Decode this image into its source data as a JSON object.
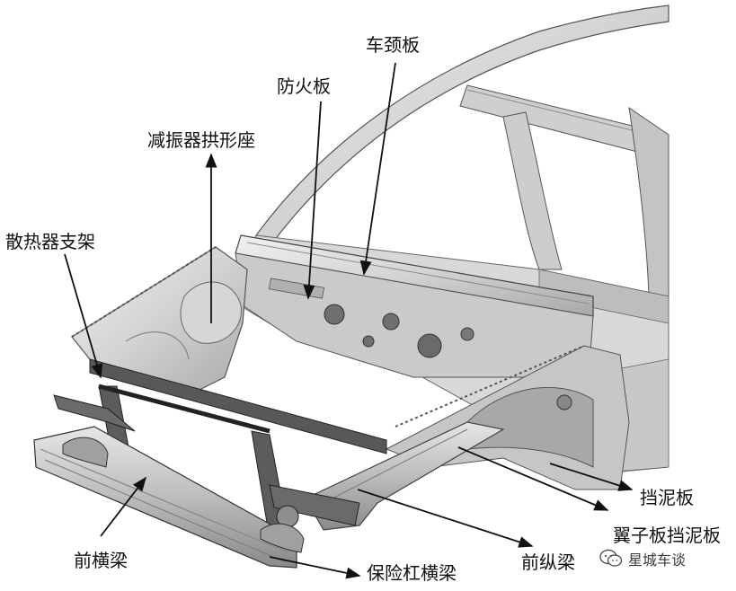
{
  "labels": {
    "cowl_panel": "车颈板",
    "firewall": "防火板",
    "shock_tower": "减振器拱形座",
    "radiator_support": "散热器支架",
    "front_cross_member": "前横梁",
    "bumper_beam": "保险杠横梁",
    "front_rail": "前纵梁",
    "fender_apron": "翼子板挡泥板",
    "mudguard": "挡泥板"
  },
  "watermark": {
    "text": "星城车谈",
    "icon": "wechat-icon"
  },
  "colors": {
    "line": "#1a1a1a",
    "metal_light": "#dedede",
    "metal_mid": "#b9b9b9",
    "metal_dark": "#6f6f6f"
  }
}
